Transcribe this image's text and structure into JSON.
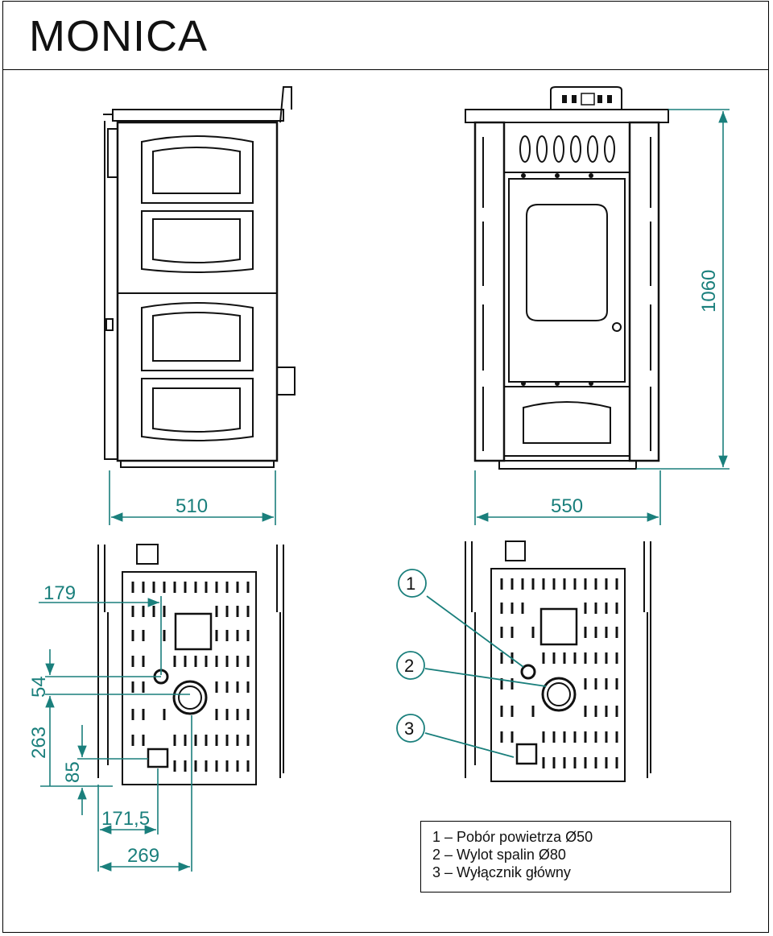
{
  "title": "MONICA",
  "dimensions": {
    "side_width": "510",
    "front_width": "550",
    "height": "1060",
    "dim_179": "179",
    "dim_54": "54",
    "dim_263": "263",
    "dim_85": "85",
    "dim_171_5": "171,5",
    "dim_269": "269"
  },
  "callouts": [
    "1",
    "2",
    "3"
  ],
  "legend": [
    "1 – Pobór powietrza Ø50",
    "2 – Wylot spalin Ø80",
    "3 – Wyłącznik główny"
  ],
  "colors": {
    "dimension": "#1a7f7c",
    "line": "#111111"
  }
}
